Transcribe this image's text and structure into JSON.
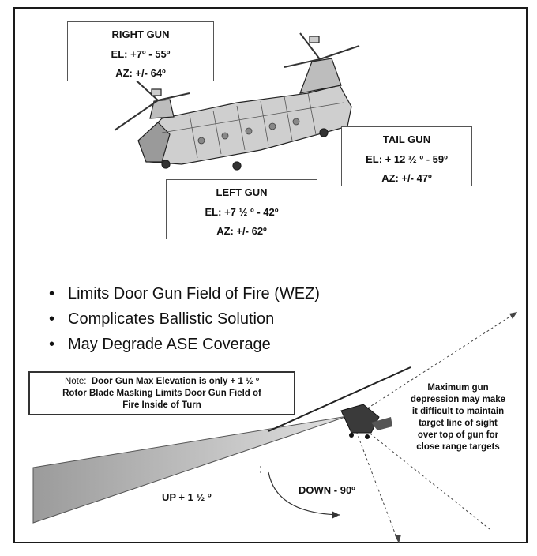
{
  "right_gun": {
    "title": "RIGHT GUN",
    "el": "EL: +7º  - 55º",
    "az": "AZ: +/- 64º"
  },
  "tail_gun": {
    "title": "TAIL GUN",
    "el": "EL: + 12 ½ º  - 59º",
    "az": "AZ: +/- 47º"
  },
  "left_gun": {
    "title": "LEFT GUN",
    "el": "EL: +7 ½ º  - 42º",
    "az": "AZ: +/- 62º"
  },
  "bullets": [
    "Limits Door Gun Field of Fire (WEZ)",
    "Complicates Ballistic Solution",
    "May Degrade ASE Coverage"
  ],
  "note": {
    "prefix": "Note:",
    "line1": "Door Gun Max Elevation is only + 1 ½ º",
    "line2": "Rotor Blade Masking Limits Door Gun Field of",
    "line3": "Fire Inside of Turn"
  },
  "max_gun_note": [
    "Maximum gun",
    "depression may make",
    "it difficult to maintain",
    "target line of sight",
    "over top of gun for",
    "close range targets"
  ],
  "labels": {
    "up": "UP + 1 ½ º",
    "down": "DOWN  - 90º"
  }
}
